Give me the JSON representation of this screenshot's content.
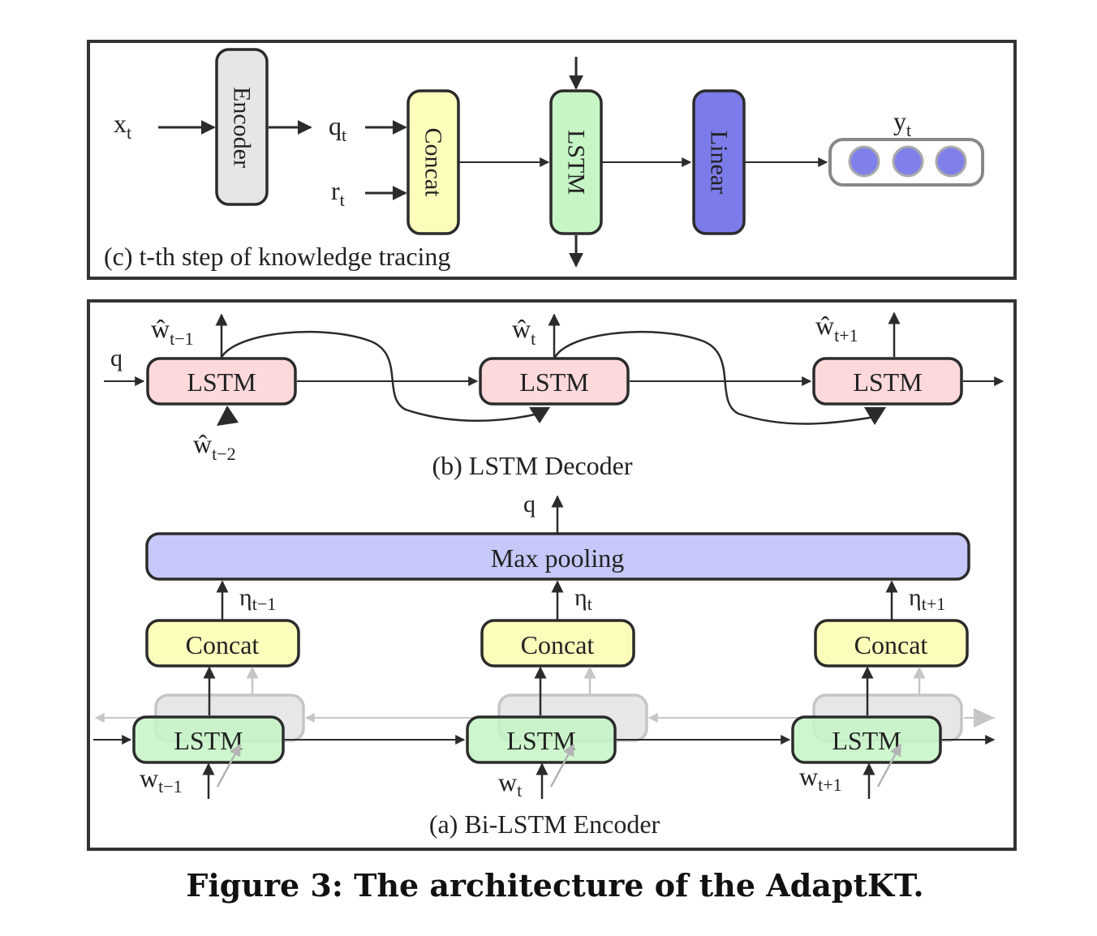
{
  "caption": "Figure 3: The architecture of the AdaptKT.",
  "panel_c": {
    "title": "(c) t-th step of knowledge tracing",
    "x_label": "x",
    "x_sub": "t",
    "encoder": "Encoder",
    "q_label": "q",
    "q_sub": "t",
    "r_label": "r",
    "r_sub": "t",
    "concat": "Concat",
    "lstm": "LSTM",
    "linear": "Linear",
    "y_label": "y",
    "y_sub": "t"
  },
  "panel_b": {
    "title": "(b) LSTM Decoder",
    "q_label": "q",
    "lstm": "LSTM",
    "outputs": [
      {
        "label": "ŵ",
        "sub": "t−1"
      },
      {
        "label": "ŵ",
        "sub": "t"
      },
      {
        "label": "ŵ",
        "sub": "t+1"
      }
    ],
    "input_prev": {
      "label": "ŵ",
      "sub": "t−2"
    }
  },
  "panel_a": {
    "title": "(a) Bi-LSTM Encoder",
    "q_label": "q",
    "max_pooling": "Max pooling",
    "concat": "Concat",
    "lstm": "LSTM",
    "etas": [
      {
        "label": "η",
        "sub": "t−1"
      },
      {
        "label": "η",
        "sub": "t"
      },
      {
        "label": "η",
        "sub": "t+1"
      }
    ],
    "inputs": [
      {
        "label": "w",
        "sub": "t−1"
      },
      {
        "label": "w",
        "sub": "t"
      },
      {
        "label": "w",
        "sub": "t+1"
      }
    ]
  },
  "colors": {
    "encoder_fill": "#e6e6e6",
    "concat_fill": "#fdfdbb",
    "lstm_green": "#c6f5c6",
    "lstm_pink": "#fdd9dc",
    "linear_fill": "#7b7bea",
    "pool_fill": "#c5c8f8",
    "dot_fill": "#8080ea",
    "stroke": "#2b2b2b"
  }
}
